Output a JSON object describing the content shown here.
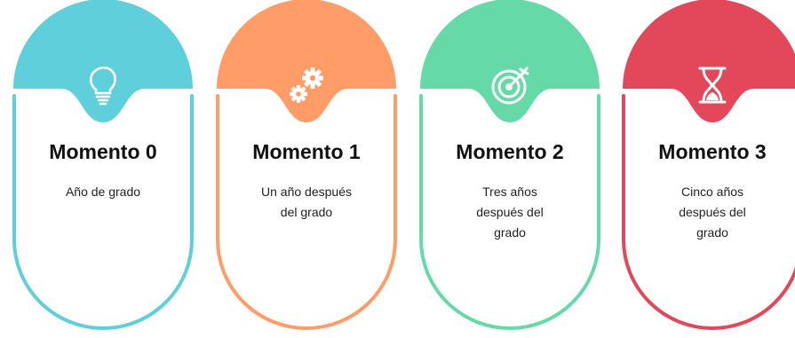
{
  "cards": [
    {
      "title": "Momento 0",
      "description": "Año de grado",
      "color": "#5ECFDB",
      "icon": "lightbulb-icon"
    },
    {
      "title": "Momento 1",
      "description": "Un año después del grado",
      "color": "#FF9C68",
      "icon": "gears-icon"
    },
    {
      "title": "Momento 2",
      "description": "Tres años después del grado",
      "color": "#66D9A8",
      "icon": "target-icon"
    },
    {
      "title": "Momento 3",
      "description": "Cinco años después del grado",
      "color": "#E3475A",
      "icon": "hourglass-icon"
    }
  ]
}
